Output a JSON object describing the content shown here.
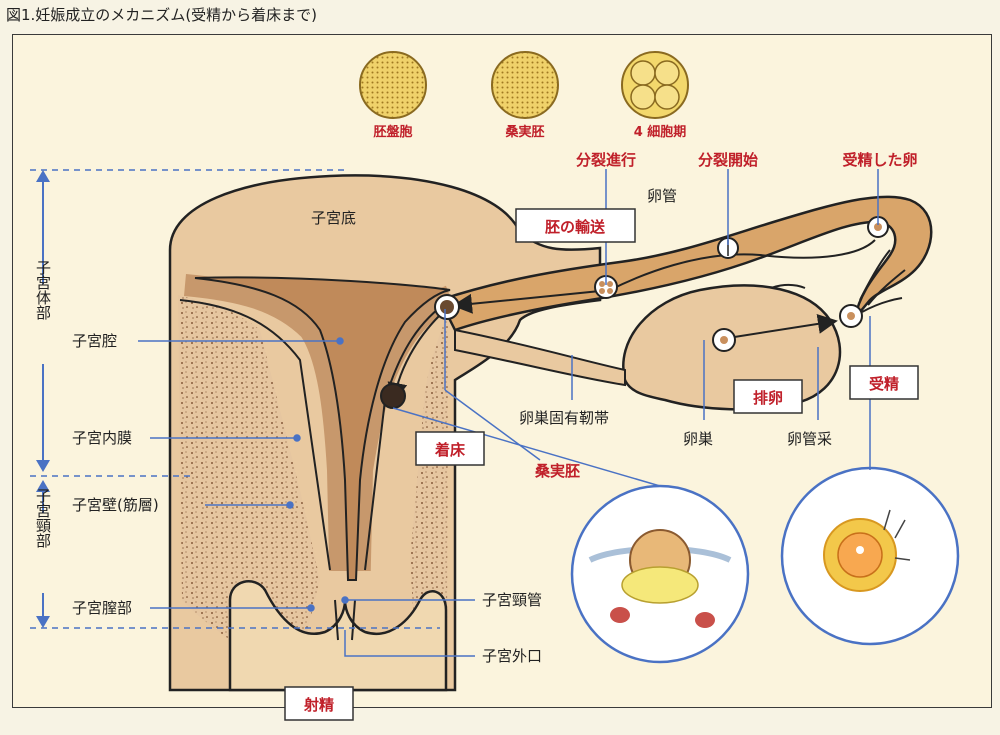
{
  "figure_title": "図1.妊娠成立のメカニズム(受精から着床まで)",
  "stages": {
    "blastocyst": "胚盤胞",
    "morula": "桑実胚",
    "four_cell": "4 細胞期"
  },
  "red_labels": {
    "cleavage_progress": "分裂進行",
    "cleavage_start": "分裂開始",
    "fertilized_egg": "受精した卵",
    "morula_embryo": "桑実胚"
  },
  "boxed_labels": {
    "embryo_transport": "胚の輸送",
    "ovulation": "排卵",
    "fertilization": "受精",
    "implantation": "着床",
    "ejaculation": "射精"
  },
  "anatomy": {
    "fundus": "子宮底",
    "oviduct": "卵管",
    "uterine_cavity": "子宮腔",
    "endometrium": "子宮内膜",
    "uterine_wall": "子宮壁(筋層)",
    "vaginal_part": "子宮膣部",
    "cervical_canal": "子宮頸管",
    "external_os": "子宮外口",
    "ovarian_ligament": "卵巣固有靭帯",
    "ovary": "卵巣",
    "fimbria": "卵管采"
  },
  "side_labels": {
    "body": "子宮体部",
    "cervix": "子宮頸部"
  },
  "colors": {
    "accent_red": "#c0202a",
    "tissue": "#d8a878",
    "cavity": "#c9905e",
    "leader": "#4a72c4"
  }
}
